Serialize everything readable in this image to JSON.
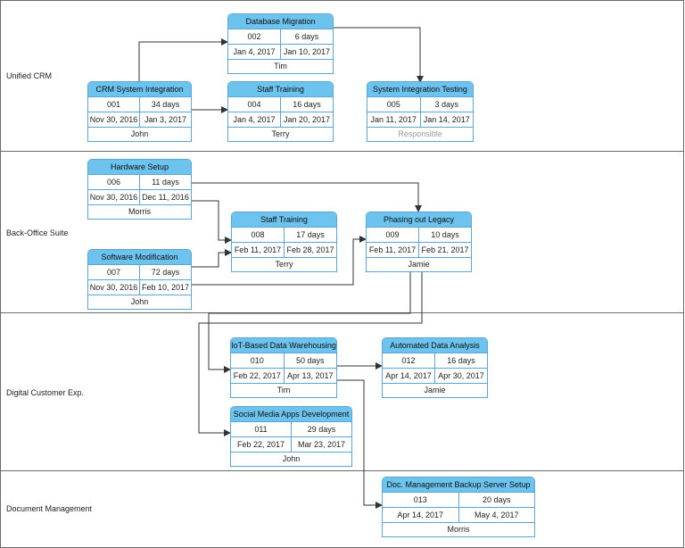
{
  "lanes": [
    {
      "label": "Unified CRM"
    },
    {
      "label": "Back-Office Suite"
    },
    {
      "label": "Digital Customer Exp."
    },
    {
      "label": "Document Management"
    }
  ],
  "tasks": {
    "t002": {
      "title": "Database Migration",
      "id": "002",
      "duration": "6 days",
      "start": "Jan 4, 2017",
      "end": "Jan 10, 2017",
      "owner": "Tim"
    },
    "t001": {
      "title": "CRM System Integration",
      "id": "001",
      "duration": "34 days",
      "start": "Nov 30, 2016",
      "end": "Jan 3, 2017",
      "owner": "John"
    },
    "t004": {
      "title": "Staff Training",
      "id": "004",
      "duration": "16 days",
      "start": "Jan 4, 2017",
      "end": "Jan 20, 2017",
      "owner": "Terry"
    },
    "t005": {
      "title": "System Integration Testing",
      "id": "005",
      "duration": "3 days",
      "start": "Jan 11, 2017",
      "end": "Jan 14, 2017",
      "owner": "Responsible"
    },
    "t006": {
      "title": "Hardware Setup",
      "id": "006",
      "duration": "11 days",
      "start": "Nov 30, 2016",
      "end": "Dec 11, 2016",
      "owner": "Morris"
    },
    "t008": {
      "title": "Staff Training",
      "id": "008",
      "duration": "17 days",
      "start": "Feb 11, 2017",
      "end": "Feb 28, 2017",
      "owner": "Terry"
    },
    "t009": {
      "title": "Phasing out Legacy",
      "id": "009",
      "duration": "10 days",
      "start": "Feb 11, 2017",
      "end": "Feb 21, 2017",
      "owner": "Jamie"
    },
    "t007": {
      "title": "Software Modification",
      "id": "007",
      "duration": "72 days",
      "start": "Nov 30, 2016",
      "end": "Feb 10, 2017",
      "owner": "John"
    },
    "t010": {
      "title": "IoT-Based Data Warehousing",
      "id": "010",
      "duration": "50 days",
      "start": "Feb 22, 2017",
      "end": "Apr 13, 2017",
      "owner": "Tim"
    },
    "t012": {
      "title": "Automated Data Analysis",
      "id": "012",
      "duration": "16 days",
      "start": "Apr 14, 2017",
      "end": "Apr 30, 2017",
      "owner": "Jamie"
    },
    "t011": {
      "title": "Social Media Apps Development",
      "id": "011",
      "duration": "29 days",
      "start": "Feb 22, 2017",
      "end": "Mar 23, 2017",
      "owner": "John"
    },
    "t013": {
      "title": "Doc. Management Backup Server Setup",
      "id": "013",
      "duration": "20 days",
      "start": "Apr 14, 2017",
      "end": "May 4, 2017",
      "owner": "Morris"
    }
  },
  "colors": {
    "header_fill": "#6cc3ee",
    "task_border": "#5aa5d6",
    "connector": "#333333",
    "lane_border": "#6b6b6b"
  }
}
